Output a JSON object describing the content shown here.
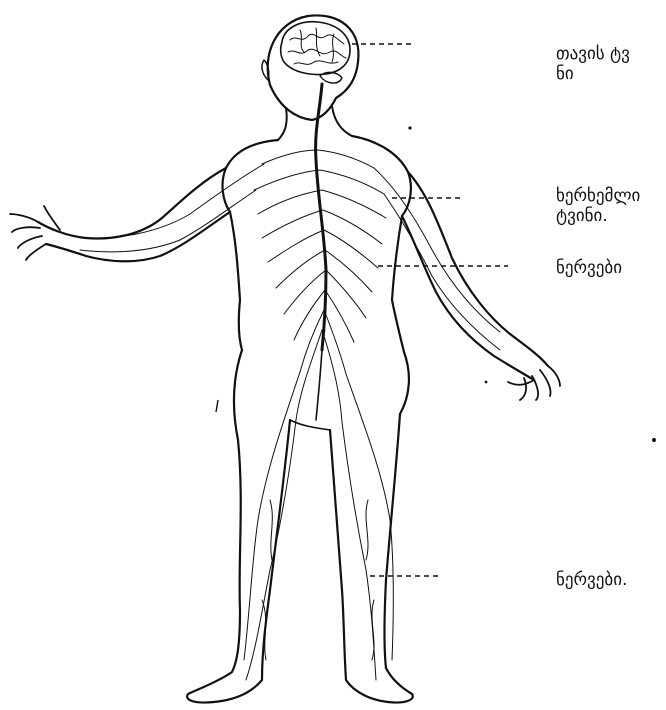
{
  "labels": {
    "brain": "თავის ტვ\nნი",
    "spinal_cord": "ხერხემლი\nტვინი.",
    "nerves_upper": "ნერვები",
    "nerves_lower": "ნერვები."
  }
}
